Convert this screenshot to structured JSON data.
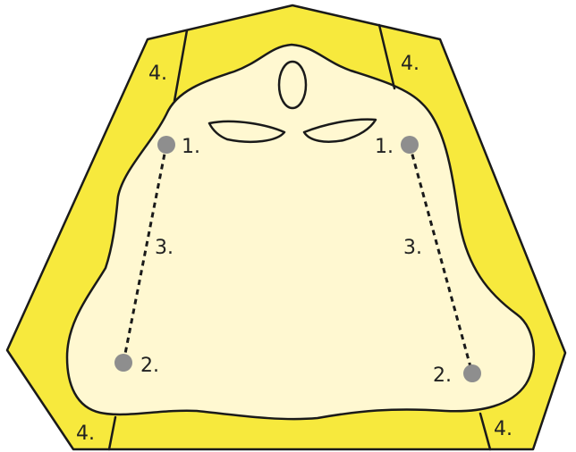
{
  "colors": {
    "base_fill": "#F7E93D",
    "palate_fill": "#FFF8D1",
    "outline": "#1A1A1A",
    "point_fill": "#8E8E8E",
    "dash_line": "#1A1A1A",
    "background": "#FFFFFF"
  },
  "labels": {
    "point1_left": "1.",
    "point1_right": "1.",
    "point2_left": "2.",
    "point2_right": "2.",
    "line3_left": "3.",
    "line3_right": "3.",
    "zone4_top_left": "4.",
    "zone4_top_right": "4.",
    "zone4_bottom_left": "4.",
    "zone4_bottom_right": "4."
  }
}
